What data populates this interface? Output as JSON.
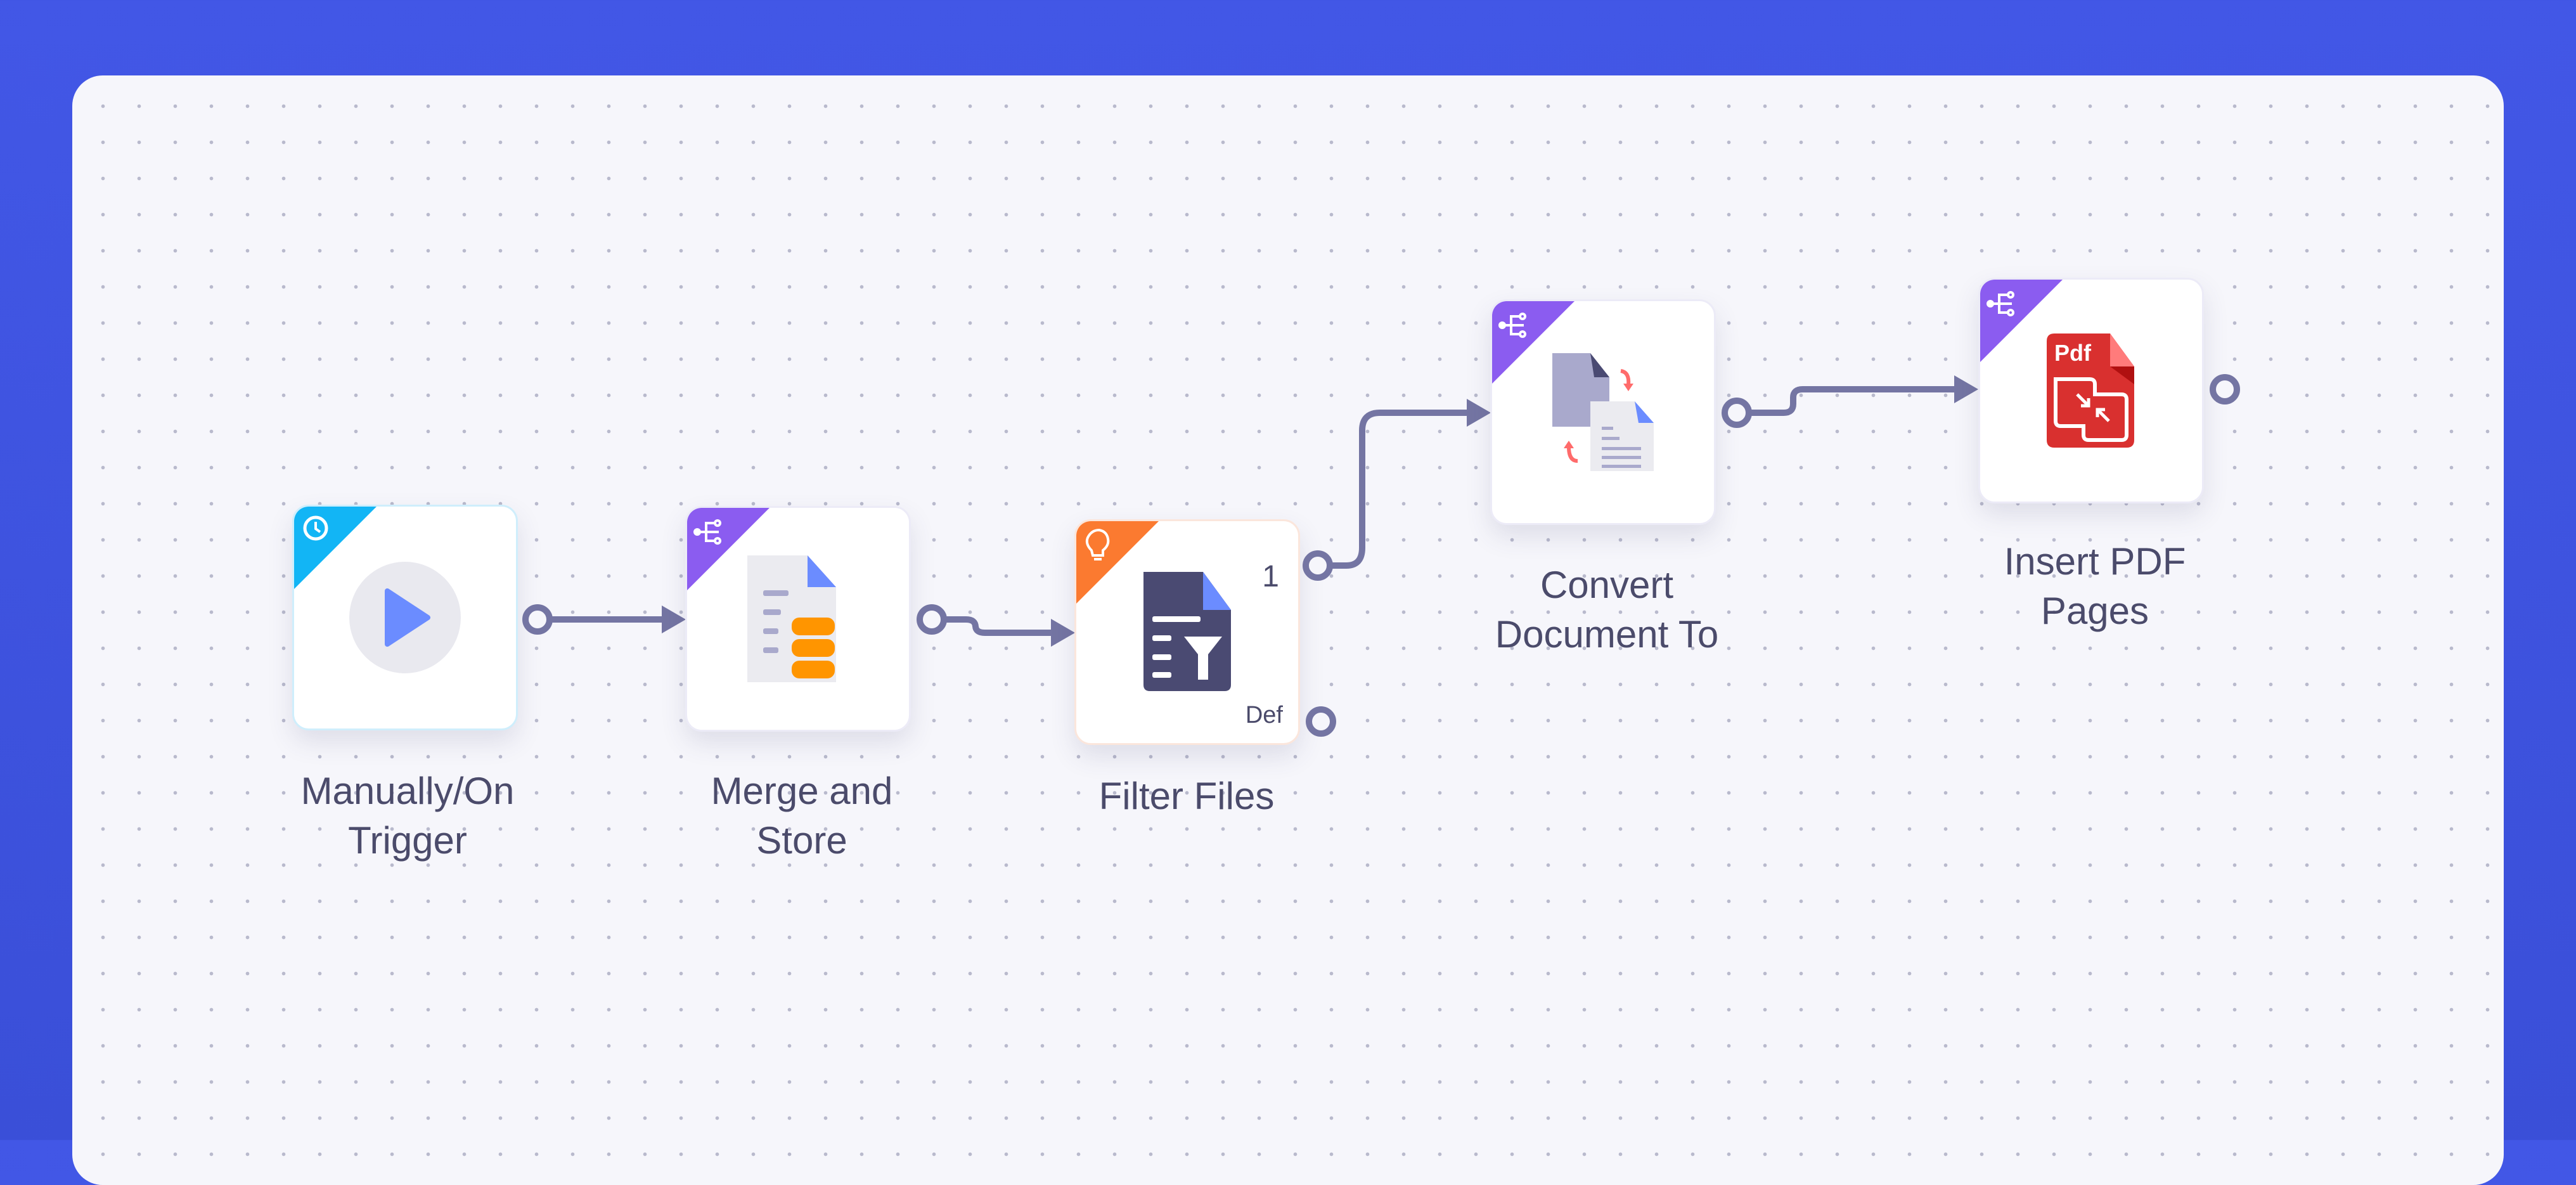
{
  "colors": {
    "background": "#3f54e2",
    "canvas": "#f6f6fb",
    "edge": "#7475a3",
    "trigger": "#12b5f5",
    "action": "#8b5cf0",
    "filter": "#fb7a30",
    "pdf": "#d9302f"
  },
  "nodes": [
    {
      "id": "trigger",
      "label_lines": [
        "Manually/On",
        "Trigger"
      ],
      "badge_icon": "clock-icon",
      "icon": "play-icon"
    },
    {
      "id": "merge",
      "label_lines": [
        "Merge and",
        "Store"
      ],
      "badge_icon": "usb-icon",
      "icon": "merge-store-icon"
    },
    {
      "id": "filter",
      "label_lines": [
        "Filter Files"
      ],
      "badge_icon": "lightbulb-icon",
      "icon": "filter-file-icon",
      "output_1": "1",
      "output_default": "Def"
    },
    {
      "id": "convert",
      "label_lines": [
        "Convert",
        "Document To"
      ],
      "badge_icon": "usb-icon",
      "icon": "convert-document-icon"
    },
    {
      "id": "insert",
      "label_lines": [
        "Insert PDF",
        "Pages"
      ],
      "badge_icon": "usb-icon",
      "icon": "pdf-insert-icon",
      "icon_text": "Pdf"
    }
  ],
  "edges": [
    [
      "trigger",
      "merge"
    ],
    [
      "merge",
      "filter"
    ],
    [
      "filter",
      "convert"
    ],
    [
      "convert",
      "insert"
    ]
  ]
}
